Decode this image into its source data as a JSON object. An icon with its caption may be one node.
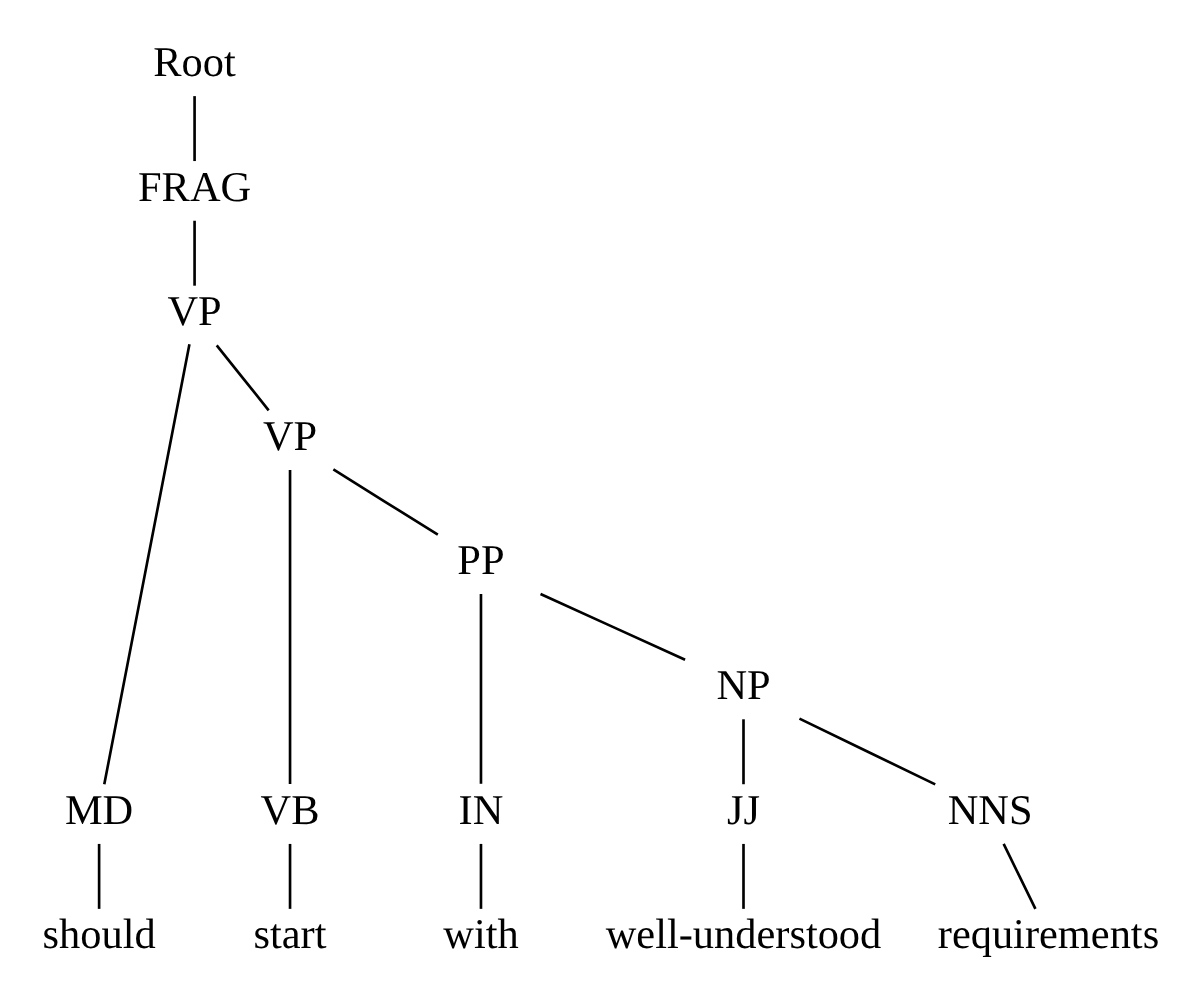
{
  "diagram": {
    "nodes": [
      {
        "text": [
          "Root"
        ]
      },
      {
        "text": [
          "FRAG"
        ]
      },
      {
        "text": [
          "VP"
        ]
      },
      {
        "text": [
          "VP"
        ]
      },
      {
        "text": [
          "PP"
        ]
      },
      {
        "text": [
          "NP"
        ]
      },
      {
        "text": [
          "MD"
        ]
      },
      {
        "text": [
          "VB"
        ]
      },
      {
        "text": [
          "IN"
        ]
      },
      {
        "text": [
          "JJ"
        ]
      },
      {
        "text": [
          "NNS"
        ]
      },
      {
        "text": [
          "should"
        ]
      },
      {
        "text": [
          "start"
        ]
      },
      {
        "text": [
          "with"
        ]
      },
      {
        "text": [
          "well-understood"
        ]
      },
      {
        "text": [
          "requirements"
        ]
      }
    ],
    "edges": [
      {
        "from": 0,
        "to": 1,
        "arrow": "none"
      },
      {
        "from": 1,
        "to": 2,
        "arrow": "none"
      },
      {
        "from": 2,
        "to": 6,
        "arrow": "none"
      },
      {
        "from": 2,
        "to": 3,
        "arrow": "none"
      },
      {
        "from": 3,
        "to": 7,
        "arrow": "none"
      },
      {
        "from": 3,
        "to": 4,
        "arrow": "none"
      },
      {
        "from": 4,
        "to": 8,
        "arrow": "none"
      },
      {
        "from": 4,
        "to": 5,
        "arrow": "none"
      },
      {
        "from": 5,
        "to": 9,
        "arrow": "none"
      },
      {
        "from": 5,
        "to": 10,
        "arrow": "none"
      },
      {
        "from": 6,
        "to": 11,
        "arrow": "none"
      },
      {
        "from": 7,
        "to": 12,
        "arrow": "none"
      },
      {
        "from": 8,
        "to": 13,
        "arrow": "none"
      },
      {
        "from": 9,
        "to": 14,
        "arrow": "none"
      },
      {
        "from": 10,
        "to": 15,
        "arrow": "none"
      }
    ]
  }
}
